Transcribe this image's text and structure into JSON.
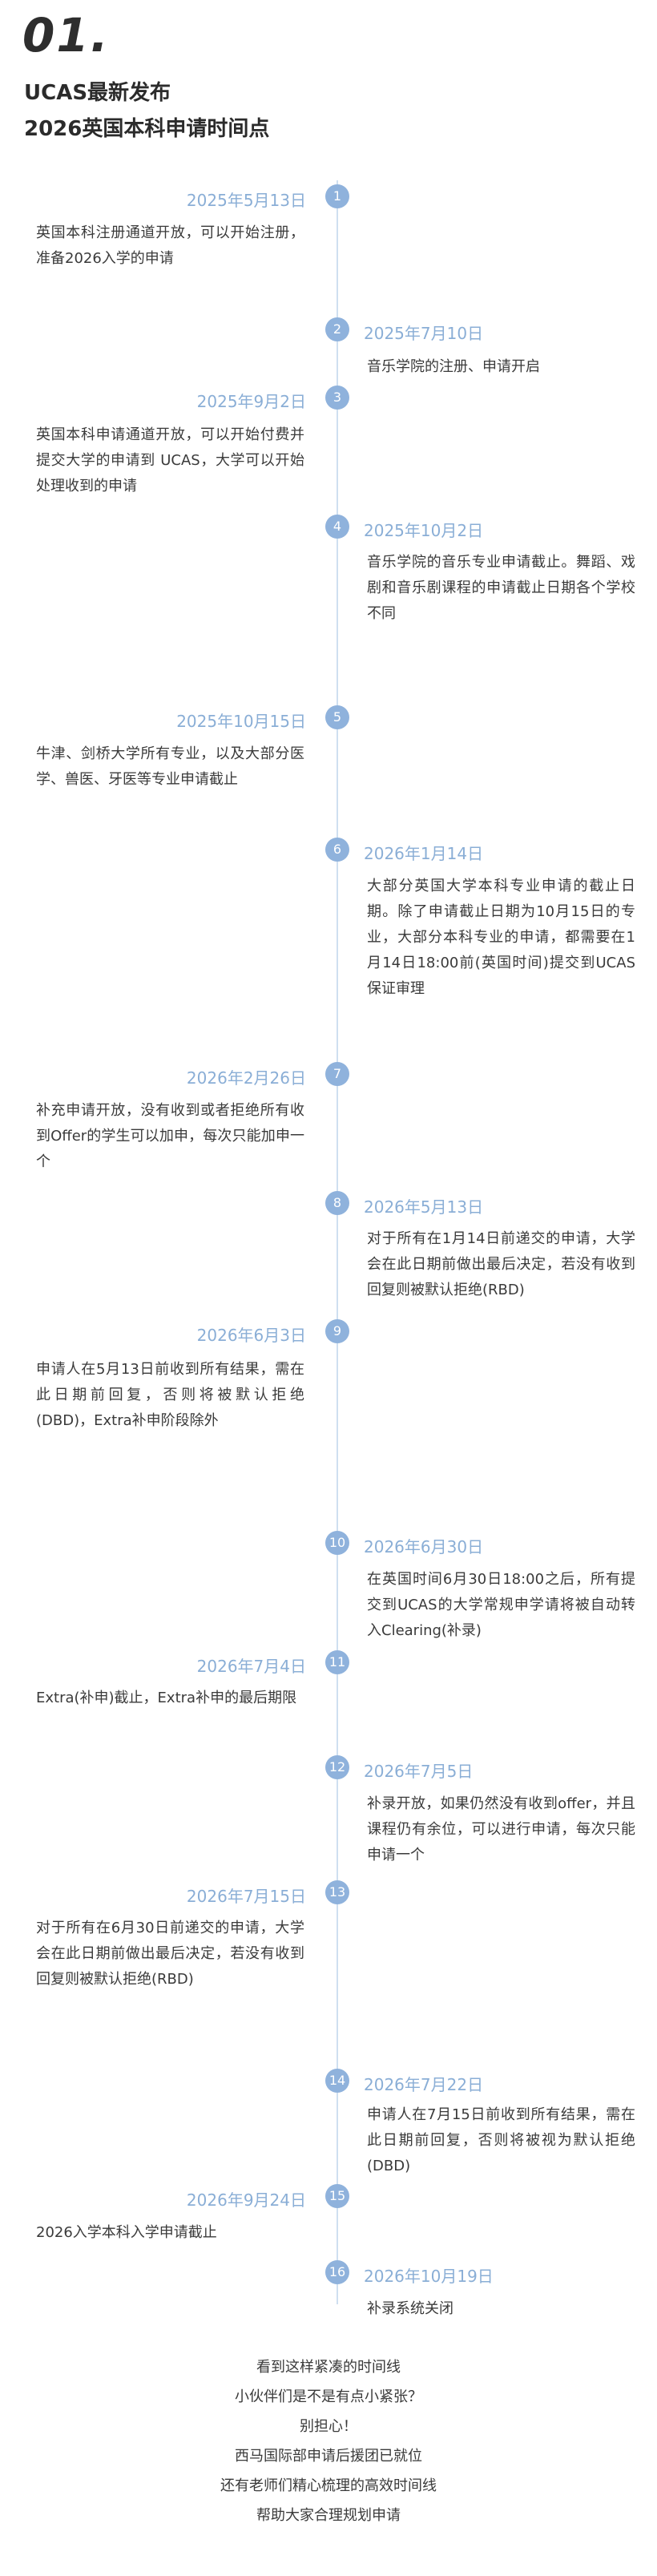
{
  "header": {
    "number": "01.",
    "title_line1": "UCAS最新发布",
    "title_line2": "2026英国本科申请时间点"
  },
  "timeline": [
    {
      "n": "1",
      "date": "2025年5月13日",
      "desc": "英国本科注册通道开放，可以开始注册，准备2026入学的申请"
    },
    {
      "n": "2",
      "date": "2025年7月10日",
      "desc": "音乐学院的注册、申请开启"
    },
    {
      "n": "3",
      "date": "2025年9月2日",
      "desc": "英国本科申请通道开放，可以开始付费并提交大学的申请到 UCAS，大学可以开始处理收到的申请"
    },
    {
      "n": "4",
      "date": "2025年10月2日",
      "desc": "音乐学院的音乐专业申请截止。舞蹈、戏剧和音乐剧课程的申请截止日期各个学校不同"
    },
    {
      "n": "5",
      "date": "2025年10月15日",
      "desc": "牛津、剑桥大学所有专业，以及大部分医学、兽医、牙医等专业申请截止"
    },
    {
      "n": "6",
      "date": "2026年1月14日",
      "desc": "大部分英国大学本科专业申请的截止日期。除了申请截止日期为10月15日的专业，大部分本科专业的申请，都需要在1月14日18:00前(英国时间)提交到UCAS保证审理"
    },
    {
      "n": "7",
      "date": "2026年2月26日",
      "desc": "补充申请开放，没有收到或者拒绝所有收到Offer的学生可以加申，每次只能加申一个"
    },
    {
      "n": "8",
      "date": "2026年5月13日",
      "desc": "对于所有在1月14日前递交的申请，大学会在此日期前做出最后决定，若没有收到回复则被默认拒绝(RBD)"
    },
    {
      "n": "9",
      "date": "2026年6月3日",
      "desc": "申请人在5月13日前收到所有结果，需在此日期前回复，否则将被默认拒绝(DBD)，Extra补申阶段除外"
    },
    {
      "n": "10",
      "date": "2026年6月30日",
      "desc": "在英国时间6月30日18:00之后，所有提交到UCAS的大学常规申学请将被自动转入Clearing(补录)"
    },
    {
      "n": "11",
      "date": "2026年7月4日",
      "desc": "Extra(补申)截止，Extra补申的最后期限"
    },
    {
      "n": "12",
      "date": "2026年7月5日",
      "desc": "补录开放，如果仍然没有收到offer，并且课程仍有余位，可以进行申请，每次只能申请一个"
    },
    {
      "n": "13",
      "date": "2026年7月15日",
      "desc": "对于所有在6月30日前递交的申请，大学会在此日期前做出最后决定，若没有收到回复则被默认拒绝(RBD)"
    },
    {
      "n": "14",
      "date": "2026年7月22日",
      "desc": "申请人在7月15日前收到所有结果，需在此日期前回复，否则将被视为默认拒绝(DBD)"
    },
    {
      "n": "15",
      "date": "2026年9月24日",
      "desc": "2026入学本科入学申请截止"
    },
    {
      "n": "16",
      "date": "2026年10月19日",
      "desc": "补录系统关闭"
    }
  ],
  "footer": [
    "看到这样紧凑的时间线",
    "小伙伴们是不是有点小紧张？",
    "别担心！",
    "西马国际部申请后援团已就位",
    "还有老师们精心梳理的高效时间线",
    "帮助大家合理规划申请"
  ],
  "colors": {
    "accent": "#8fb2dc",
    "date": "#8aaed6",
    "line": "#cfdff0",
    "text": "#3a3a3a"
  }
}
